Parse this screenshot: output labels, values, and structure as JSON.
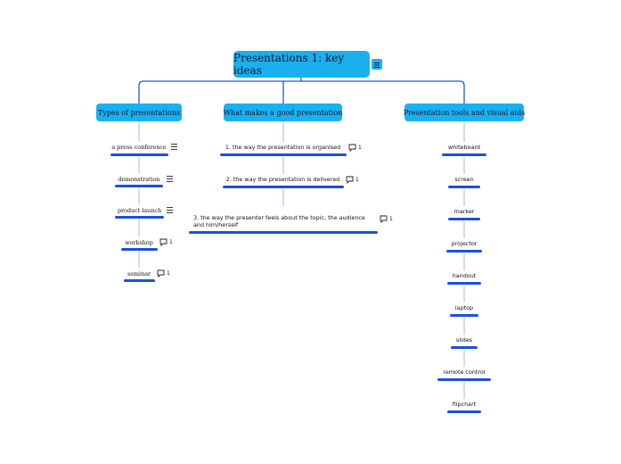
{
  "root": {
    "label": "Presentations 1: key ideas"
  },
  "branches": [
    {
      "label": "Types of presentations",
      "items": [
        {
          "label": "a press conference",
          "icon": "notes-icon"
        },
        {
          "label": "demonstration",
          "icon": "notes-icon"
        },
        {
          "label": "product launch",
          "icon": "notes-icon"
        },
        {
          "label": "workshop",
          "icon": "comment-icon",
          "count": "1"
        },
        {
          "label": "seminar",
          "icon": "comment-icon",
          "count": "1"
        }
      ]
    },
    {
      "label": "What makes a good presentation",
      "items": [
        {
          "label": "1. the way the presentation is organised",
          "icon": "comment-icon",
          "count": "1"
        },
        {
          "label": "2. the way the presentation is delivered",
          "icon": "comment-icon",
          "count": "1"
        },
        {
          "label": "3. the way the presenter feels about the topic, the audience and him/herself",
          "icon": "comment-icon",
          "count": "1"
        }
      ]
    },
    {
      "label": "Presentation tools and visual aids",
      "items": [
        {
          "label": "whiteboard"
        },
        {
          "label": "screen"
        },
        {
          "label": "marker"
        },
        {
          "label": "projector"
        },
        {
          "label": "handout"
        },
        {
          "label": "laptop"
        },
        {
          "label": "slides"
        },
        {
          "label": "remote control"
        },
        {
          "label": "flipchart"
        }
      ]
    }
  ],
  "colors": {
    "node": "#1ab0f0",
    "connector": "#1a5fd0",
    "underline": "#1a4fe0",
    "subconnector": "#9fb8f0"
  }
}
